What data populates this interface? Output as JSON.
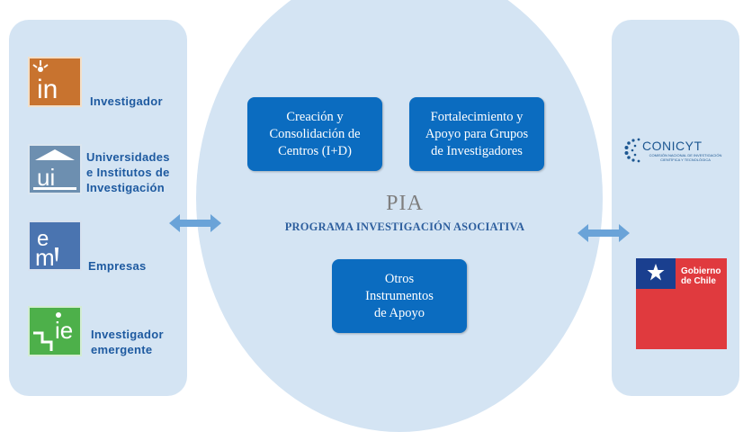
{
  "actors": [
    {
      "label": "Investigador",
      "icon": "in-icon",
      "color": "#c8732f"
    },
    {
      "label": "Universidades\ne Institutos de\nInvestigación",
      "icon": "ui-icon",
      "color": "#6d8fb0"
    },
    {
      "label": "Empresas",
      "icon": "em-icon",
      "color": "#4a74b0"
    },
    {
      "label": "Investigador\nemergente",
      "icon": "ie-icon",
      "color": "#4db04a"
    }
  ],
  "program": {
    "title": "PIA",
    "subtitle": "PROGRAMA INVESTIGACIÓN ASOCIATIVA",
    "instruments": [
      "Creación y\nConsolidación de\nCentros (I+D)",
      "Fortalecimiento y\nApoyo para Grupos\nde Investigadores",
      "Otros\nInstrumentos\nde Apoyo"
    ]
  },
  "agencies": {
    "conicyt": {
      "name": "CONICYT",
      "tagline": "COMISIÓN NACIONAL DE INVESTIGACIÓN\nCIENTÍFICA Y TECNOLÓGICA"
    },
    "gobierno": {
      "name": "Gobierno\nde Chile"
    }
  },
  "colors": {
    "panel": "#d4e4f3",
    "box": "#0b6cc0",
    "arrow": "#6aa3d8",
    "chile_blue": "#1a3f8f",
    "chile_red": "#e03a3e"
  }
}
